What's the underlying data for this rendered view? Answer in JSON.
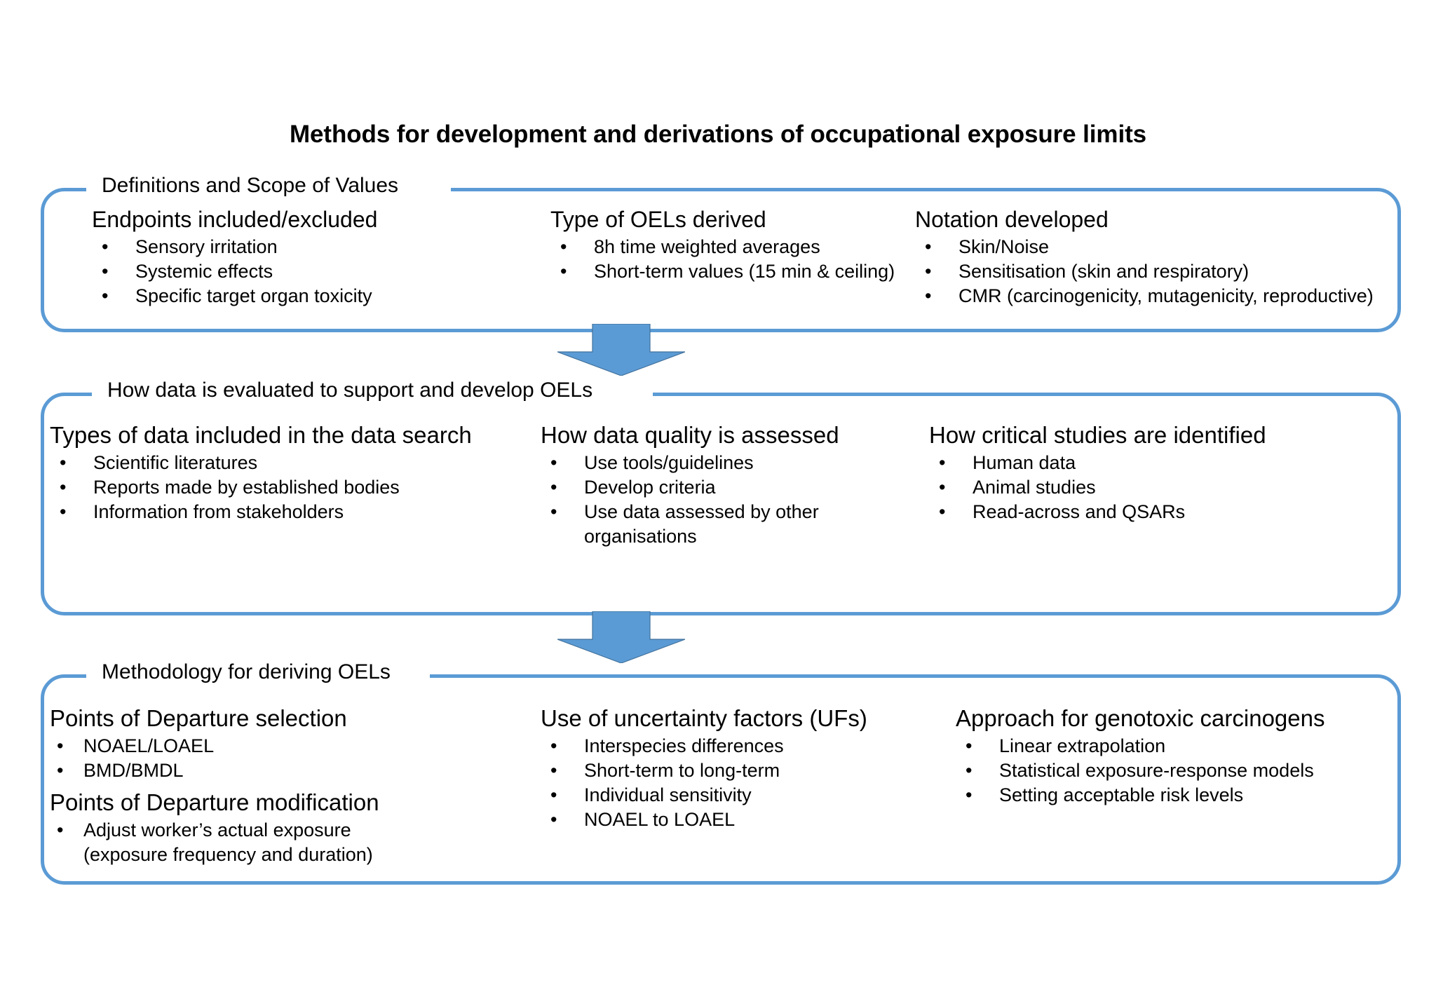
{
  "title": "Methods for development and derivations of occupational exposure limits",
  "colors": {
    "accent_blue": "#5B9BD5",
    "arrow_fill": "#5B9BD5",
    "arrow_stroke": "#41719C",
    "text": "#000000",
    "background": "#FFFFFF"
  },
  "sections": [
    {
      "label": "Definitions and Scope of Values",
      "columns": [
        {
          "heading": "Endpoints included/excluded",
          "bullets": [
            "Sensory irritation",
            "Systemic effects",
            "Specific target organ toxicity"
          ]
        },
        {
          "heading": "Type of OELs derived",
          "bullets": [
            "8h time weighted averages",
            "Short-term values (15 min & ceiling)"
          ]
        },
        {
          "heading": "Notation developed",
          "bullets": [
            "Skin/Noise",
            "Sensitisation (skin and respiratory)",
            "CMR (carcinogenicity, mutagenicity, reproductive)"
          ]
        }
      ]
    },
    {
      "label": "How data is evaluated to support and develop OELs",
      "columns": [
        {
          "heading": "Types of data included in the data search",
          "bullets": [
            "Scientific literatures",
            "Reports made by established bodies",
            "Information from stakeholders"
          ]
        },
        {
          "heading": "How data quality is assessed",
          "bullets": [
            "Use tools/guidelines",
            "Develop criteria",
            "Use data assessed by other\norganisations"
          ]
        },
        {
          "heading": "How critical studies are identified",
          "bullets": [
            "Human data",
            "Animal studies",
            "Read-across and QSARs"
          ]
        }
      ]
    },
    {
      "label": "Methodology for deriving OELs",
      "columns": [
        {
          "heading": "Points of Departure selection",
          "bullets": [
            "NOAEL/LOAEL",
            "BMD/BMDL"
          ],
          "heading2": "Points of Departure modification",
          "bullets2": [
            "Adjust worker’s actual exposure\n(exposure frequency and duration)"
          ]
        },
        {
          "heading": "Use of uncertainty factors (UFs)",
          "bullets": [
            "Interspecies differences",
            "Short-term to long-term",
            "Individual sensitivity",
            "NOAEL to LOAEL"
          ]
        },
        {
          "heading": "Approach for genotoxic carcinogens",
          "bullets": [
            "Linear extrapolation",
            "Statistical exposure-response models",
            "Setting acceptable risk levels"
          ]
        }
      ]
    }
  ],
  "connectors": [
    {
      "name": "arrow-section1-to-section2",
      "direction": "down"
    },
    {
      "name": "arrow-section2-to-section3",
      "direction": "down"
    }
  ]
}
